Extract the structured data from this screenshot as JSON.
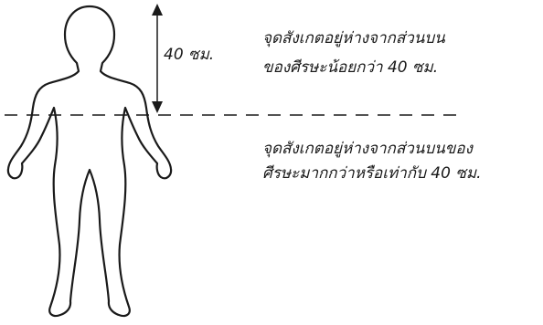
{
  "measurement": {
    "label": "40 ซม."
  },
  "zones": {
    "upper": {
      "line1": "จุดสังเกตอยู่ห่างจากส่วนบน",
      "line2": "ของศีรษะน้อยกว่า 40 ซม."
    },
    "lower": {
      "line1": "จุดสังเกตอยู่ห่างจากส่วนบนของ",
      "line2": "ศีรษะมากกว่าหรือเท่ากับ 40 ซม."
    }
  }
}
